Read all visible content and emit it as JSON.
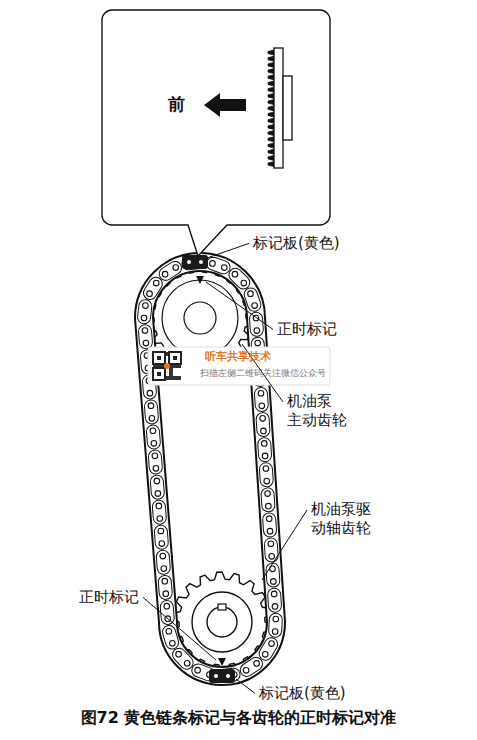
{
  "diagram": {
    "caption": "图72 黄色链条标记与各齿轮的正时标记对准",
    "nodes": [
      {
        "text": [
          "前"
        ]
      }
    ],
    "labels": [
      "标记板(黄色)",
      "正时标记",
      "听车共享技术",
      "扫描左侧二维码关注微信公众号",
      "机油泵 主动齿轮",
      "机油泵驱 动轴齿轮",
      "正时标记",
      "标记板(黄色)"
    ]
  }
}
